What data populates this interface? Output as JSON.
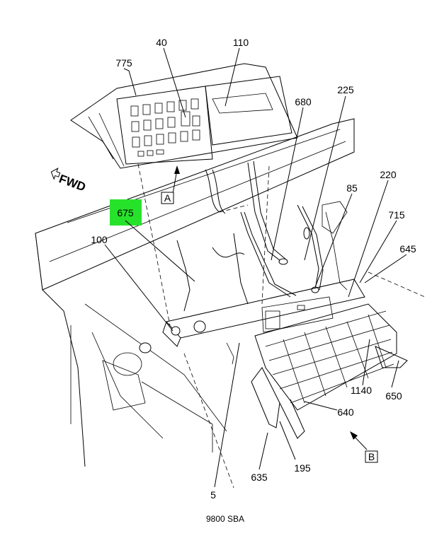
{
  "diagram": {
    "caption": "9800 SBA",
    "fwd_label": "FWD",
    "view_labels": {
      "a": "A",
      "b": "B"
    },
    "callouts": {
      "c40": "40",
      "c110": "110",
      "c775": "775",
      "c225": "225",
      "c680": "680",
      "c220": "220",
      "c85": "85",
      "c715": "715",
      "c645": "645",
      "c675": "675",
      "c100": "100",
      "c1140": "1140",
      "c650": "650",
      "c640": "640",
      "c5": "5",
      "c635": "635",
      "c195": "195"
    },
    "highlight_color": "#27e22b"
  }
}
